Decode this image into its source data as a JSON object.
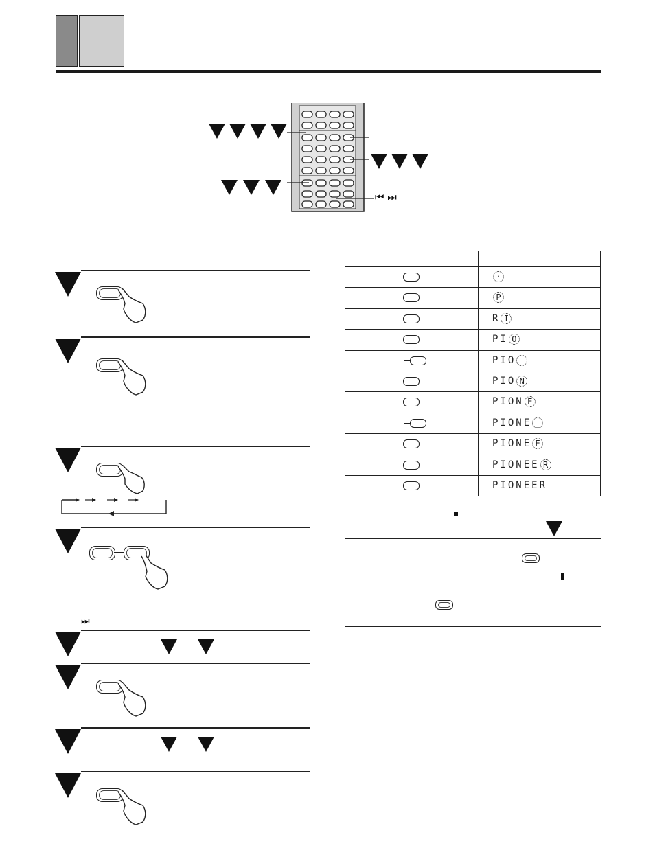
{
  "colors": {
    "tab_dark": "#8a8a8a",
    "tab_light": "#cfcfcf",
    "rule": "#1a1a1a",
    "ink": "#111111"
  },
  "remote": {
    "skip_label": "⏮ ⏭"
  },
  "skip_next_symbol": "⏭",
  "display_table": {
    "rows": [
      {
        "text": "",
        "blink": "·"
      },
      {
        "text": "",
        "blink": "P"
      },
      {
        "text": "R",
        "blink": "I"
      },
      {
        "text": "PI",
        "blink": "O"
      },
      {
        "text": "PIO",
        "blink": "_"
      },
      {
        "text": "PIO",
        "blink": "N"
      },
      {
        "text": "PION",
        "blink": "E"
      },
      {
        "text": "PIONE",
        "blink": "_"
      },
      {
        "text": "PIONE",
        "blink": "E"
      },
      {
        "text": "PIONEE",
        "blink": "R"
      },
      {
        "text": "PIONEER",
        "blink": ""
      }
    ]
  }
}
